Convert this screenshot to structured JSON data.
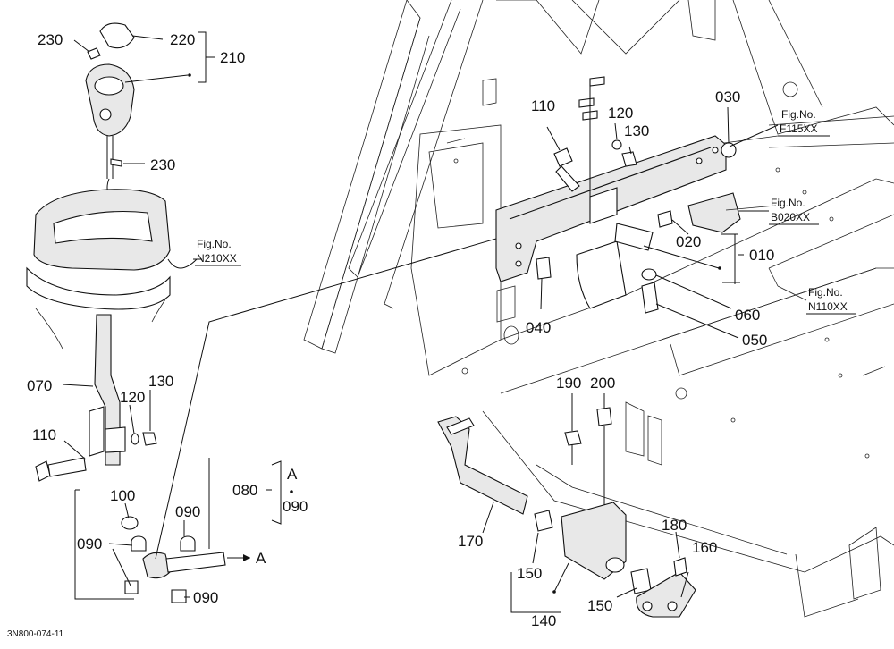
{
  "diagram": {
    "drawing_code": "3N800-074-11",
    "labels": {
      "p230a": "230",
      "p220": "220",
      "p210": "210",
      "p230b": "230",
      "p070": "070",
      "p110_left": "110",
      "p120_left": "120",
      "p130_left": "130",
      "p100": "100",
      "p090_a": "090",
      "p090_b": "090",
      "p090_c": "090",
      "p080": "080",
      "ref_A_top": "A",
      "ref_090": "090",
      "ref_A_arrow": "A",
      "p110_right": "110",
      "p120_right": "120",
      "p130_right": "130",
      "p030": "030",
      "p020": "020",
      "p010": "010",
      "p040": "040",
      "p060": "060",
      "p050": "050",
      "p190": "190",
      "p200": "200",
      "p170": "170",
      "p150_a": "150",
      "p150_b": "150",
      "p140": "140",
      "p180": "180",
      "p160": "160"
    },
    "figure_refs": {
      "n210": {
        "line1": "Fig.No.",
        "line2": "N210XX"
      },
      "f115": {
        "line1": "Fig.No.",
        "line2": "F115XX"
      },
      "b020": {
        "line1": "Fig.No.",
        "line2": "B020XX"
      },
      "n110": {
        "line1": "Fig.No.",
        "line2": "N110XX"
      }
    }
  }
}
